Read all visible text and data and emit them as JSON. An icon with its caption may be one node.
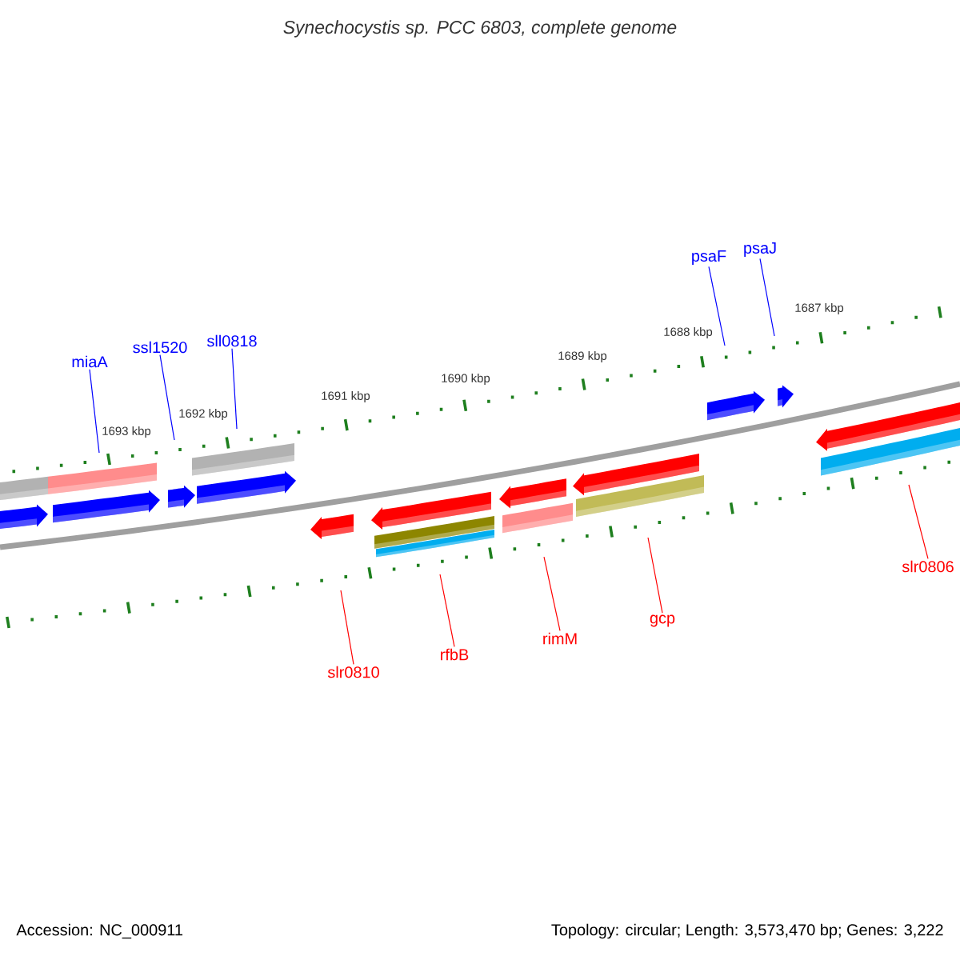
{
  "diagram": {
    "title": "Synechocystis sp. PCC 6803, complete genome",
    "nodes": [
      {
        "text": [
          "miaA"
        ]
      },
      {
        "text": [
          "ssl1520"
        ]
      },
      {
        "text": [
          "sll0818"
        ]
      },
      {
        "text": [
          "psaF"
        ]
      },
      {
        "text": [
          "psaJ"
        ]
      },
      {
        "text": [
          "slr0810"
        ]
      },
      {
        "text": [
          "rfbB"
        ]
      },
      {
        "text": [
          "rimM"
        ]
      },
      {
        "text": [
          "gcp"
        ]
      },
      {
        "text": [
          "slr0806"
        ]
      }
    ],
    "edges": [
      {
        "from": 0,
        "to": null,
        "arrow": "none",
        "color": "#0000ff"
      },
      {
        "from": 1,
        "to": null,
        "arrow": "none",
        "color": "#0000ff"
      },
      {
        "from": 2,
        "to": null,
        "arrow": "none",
        "color": "#0000ff"
      },
      {
        "from": 3,
        "to": null,
        "arrow": "none",
        "color": "#0000ff"
      },
      {
        "from": 4,
        "to": null,
        "arrow": "none",
        "color": "#0000ff"
      },
      {
        "from": 5,
        "to": null,
        "arrow": "none",
        "color": "#ff0000"
      },
      {
        "from": 6,
        "to": null,
        "arrow": "none",
        "color": "#ff0000"
      },
      {
        "from": 7,
        "to": null,
        "arrow": "none",
        "color": "#ff0000"
      },
      {
        "from": 8,
        "to": null,
        "arrow": "none",
        "color": "#ff0000"
      },
      {
        "from": 9,
        "to": null,
        "arrow": "none",
        "color": "#ff0000"
      }
    ],
    "labels": [
      "1693 kbp",
      "1692 kbp",
      "1691 kbp",
      "1690 kbp",
      "1689 kbp",
      "1688 kbp",
      "1687 kbp",
      "Accession: NC_000911",
      "Topology: circular; Length: 3,573,470 bp; Genes: 3,222"
    ]
  }
}
